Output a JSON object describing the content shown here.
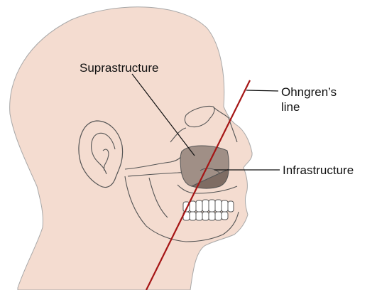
{
  "labels": {
    "suprastructure": "Suprastructure",
    "ohngrens_line": "Ohngren’s line",
    "infrastructure": "Infrastructure"
  },
  "colors": {
    "skin": "#f4dcd0",
    "skin_outline": "#a8a8a8",
    "skull_line": "#555555",
    "sinus_upper": "#a08f86",
    "sinus_lower": "#7e6c63",
    "ohngren_line": "#a51515",
    "leader_line": "#111111"
  }
}
